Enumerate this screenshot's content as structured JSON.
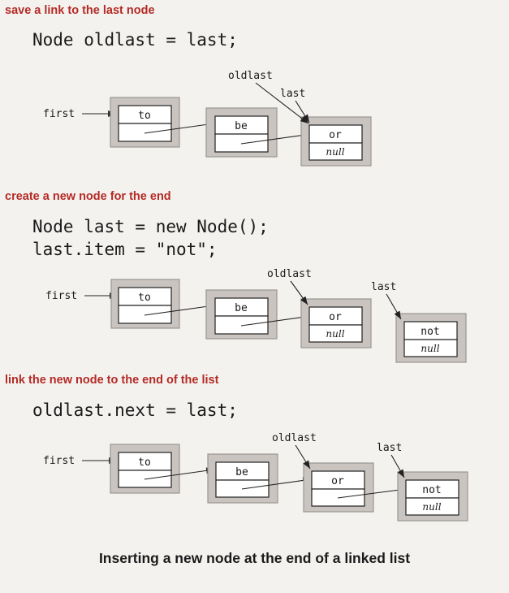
{
  "steps": [
    {
      "title": "save a link to the last node",
      "code": [
        "Node oldlast = last;"
      ],
      "labels": {
        "first": "first",
        "oldlast": "oldlast",
        "last": "last"
      },
      "nodes": [
        {
          "item": "to",
          "next": ""
        },
        {
          "item": "be",
          "next": ""
        },
        {
          "item": "or",
          "next": "null"
        }
      ]
    },
    {
      "title": "create a new node for the end",
      "code": [
        "Node last = new Node();",
        "last.item = \"not\";"
      ],
      "labels": {
        "first": "first",
        "oldlast": "oldlast",
        "last": "last"
      },
      "nodes": [
        {
          "item": "to",
          "next": ""
        },
        {
          "item": "be",
          "next": ""
        },
        {
          "item": "or",
          "next": "null"
        },
        {
          "item": "not",
          "next": "null"
        }
      ]
    },
    {
      "title": "link the new node to the end of the list",
      "code": [
        "oldlast.next = last;"
      ],
      "labels": {
        "first": "first",
        "oldlast": "oldlast",
        "last": "last"
      },
      "nodes": [
        {
          "item": "to",
          "next": ""
        },
        {
          "item": "be",
          "next": ""
        },
        {
          "item": "or",
          "next": ""
        },
        {
          "item": "not",
          "next": "null"
        }
      ]
    }
  ],
  "caption": "Inserting a new node at the end of a linked list"
}
